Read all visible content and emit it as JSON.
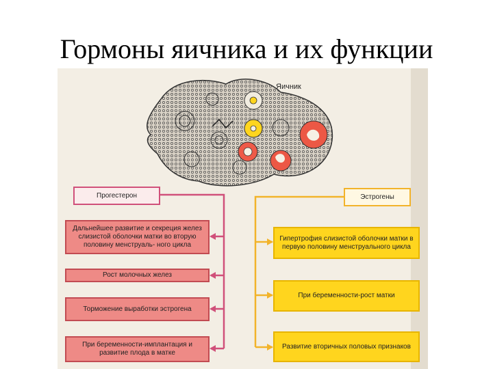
{
  "title": "Гормоны яичника и их функции",
  "ovary_label": "Яичник",
  "left": {
    "header": "Прогестерон",
    "items": [
      "Дальнейшее развитие и секреция желез слизистой оболочки матки во вторую половину менструаль- ного цикла",
      "Рост молочных желез",
      "Торможение выработки эстрогена",
      "При беременности-имплантация и развитие плода в матке"
    ]
  },
  "right": {
    "header": "Эстрогены",
    "items": [
      "Гипертрофия слизистой оболочки матки в первую половину менструального цикла",
      "При беременности-рост матки",
      "Развитие вторичных половых признаков"
    ]
  },
  "colors": {
    "progesterone_line": "#d0507a",
    "estrogen_line": "#f2b32a",
    "pink_fill": "#ee8a86",
    "yellow_fill": "#ffd51e"
  }
}
